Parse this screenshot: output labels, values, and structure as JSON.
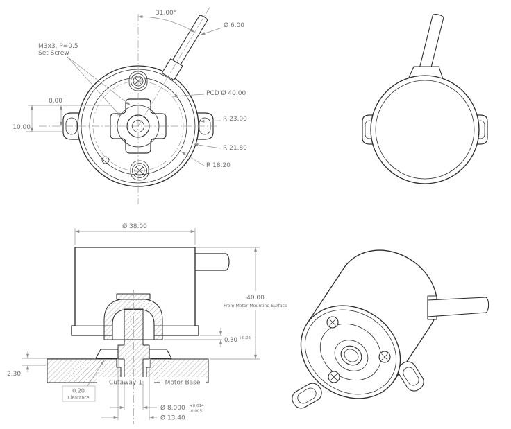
{
  "drawing": {
    "front_view": {
      "angle": "31.00°",
      "cable_diameter": "Ø 6.00",
      "set_screw_note_line1": "M3x3, P=0.5",
      "set_screw_note_line2": "Set Screw",
      "pcd": "PCD  Ø 40.00",
      "radius_outer": "R 23.00",
      "radius_mid": "R 21.80",
      "radius_inner": "R 18.20",
      "offset_top": "8.00",
      "offset_bottom": "10.00"
    },
    "section_view": {
      "body_diameter": "Ø 38.00",
      "overall_height": "40.00",
      "overall_height_note": "From Motor Mounting Surface",
      "step_height": "0.30",
      "step_height_tolerance": "+0.05",
      "base_step": "2.30",
      "clearance_value": "0.20",
      "clearance_label": "Clearance",
      "cutaway_label": "Cutaway-1",
      "motor_base_label": "Motor Base",
      "shaft_diameter": "Ø 8.000",
      "shaft_tolerance_plus": "+0.014",
      "shaft_tolerance_minus": "-0.005",
      "hub_diameter": "Ø 13.40"
    }
  }
}
